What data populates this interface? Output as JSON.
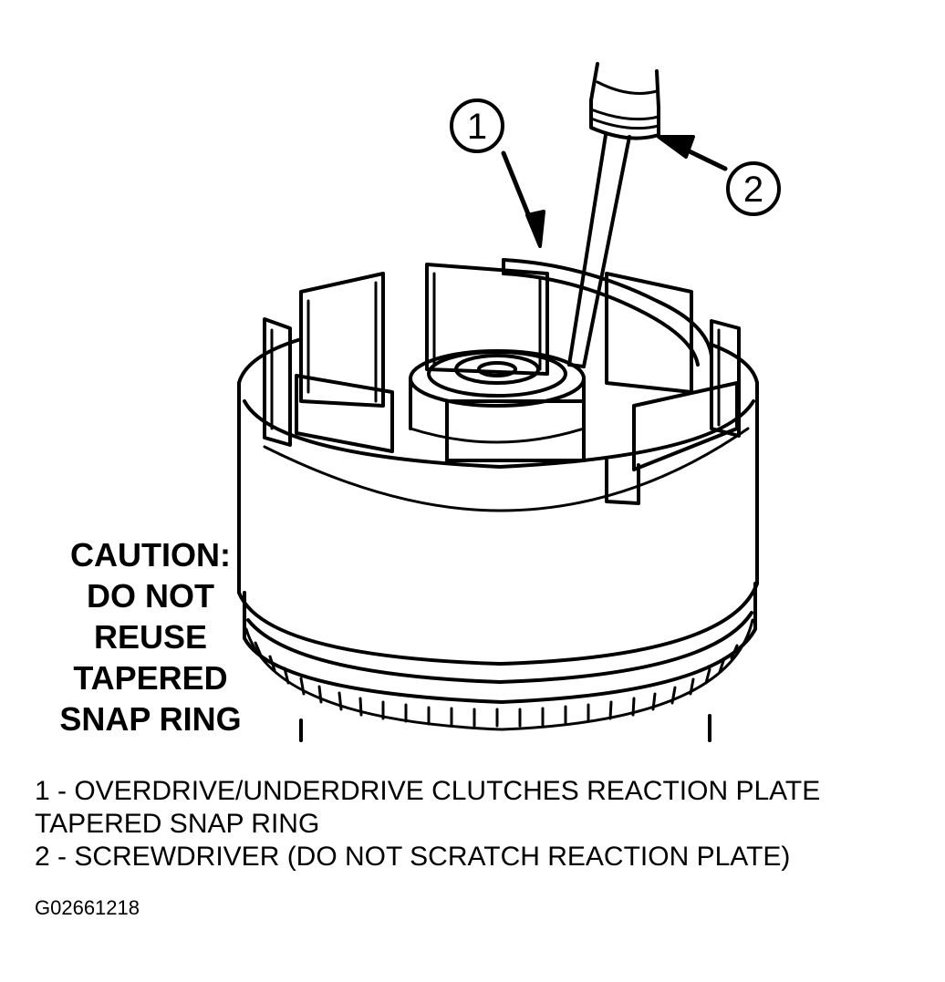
{
  "figure": {
    "callouts": [
      {
        "number": "1"
      },
      {
        "number": "2"
      }
    ],
    "caution_lines": [
      "CAUTION:",
      "DO NOT",
      "REUSE",
      "TAPERED",
      "SNAP RING"
    ],
    "legend": {
      "item1_line1": "1 - OVERDRIVE/UNDERDRIVE CLUTCHES REACTION PLATE",
      "item1_line2": "TAPERED SNAP RING",
      "item2": "2 - SCREWDRIVER (DO NOT SCRATCH REACTION PLATE)"
    },
    "figure_id": "G02661218"
  }
}
